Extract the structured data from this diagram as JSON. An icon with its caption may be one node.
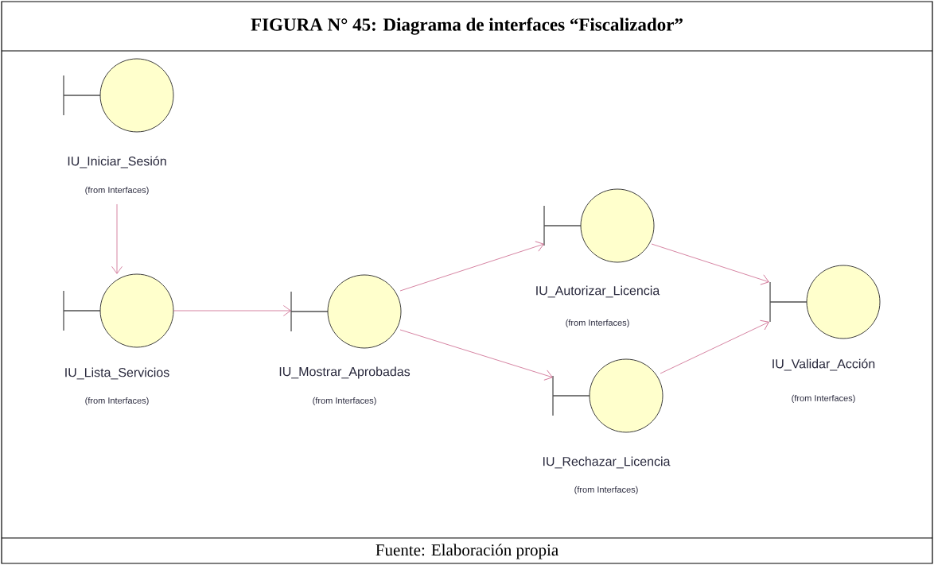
{
  "diagram": {
    "title": "FIGURA N° 45: Diagrama de interfaces “Fiscalizador”",
    "caption": "Fuente: Elaboración propia",
    "nodes": [
      {
        "text": [
          "IU_Iniciar_Sesión",
          "(from Interfaces)"
        ]
      },
      {
        "text": [
          "IU_Lista_Servicios",
          "(from Interfaces)"
        ]
      },
      {
        "text": [
          "IU_Mostrar_Aprobadas",
          "(from Interfaces)"
        ]
      },
      {
        "text": [
          "IU_Autorizar_Licencia",
          "(from Interfaces)"
        ]
      },
      {
        "text": [
          "IU_Rechazar_Licencia",
          "(from Interfaces)"
        ]
      },
      {
        "text": [
          "IU_Validar_Acción",
          "(from Interfaces)"
        ]
      }
    ],
    "edges": [
      {
        "from": 0,
        "to": 1,
        "arrow": "to"
      },
      {
        "from": 1,
        "to": 2,
        "arrow": "to"
      },
      {
        "from": 2,
        "to": 3,
        "arrow": "to"
      },
      {
        "from": 2,
        "to": 4,
        "arrow": "to"
      },
      {
        "from": 3,
        "to": 5,
        "arrow": "to"
      },
      {
        "from": 4,
        "to": 5,
        "arrow": "to"
      }
    ]
  }
}
